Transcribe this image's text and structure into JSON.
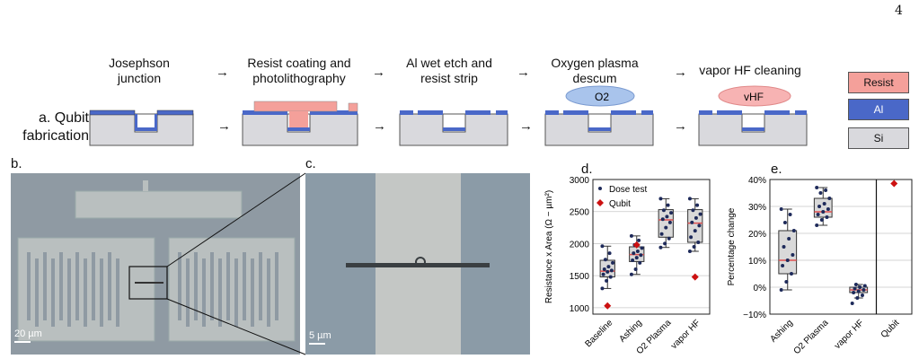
{
  "page_number": "4",
  "fab": {
    "steps": [
      "Josephson\njunction",
      "Resist coating and\nphotolithography",
      "Al wet etch and\nresist strip",
      "Oxygen plasma\ndescum",
      "vapor HF cleaning"
    ],
    "row_label": "a. Qubit\nfabrication",
    "o2_label": "O2",
    "vhf_label": "vHF",
    "legend": [
      {
        "label": "Resist",
        "color": "#f4a09a"
      },
      {
        "label": "Al",
        "color": "#4a68c8"
      },
      {
        "label": "Si",
        "color": "#d9d9dd"
      }
    ],
    "arrow": "→"
  },
  "panels": {
    "b": "b.",
    "c": "c.",
    "d": "d.",
    "e": "e.",
    "scale_b": "20 µm",
    "scale_c": "5 µm"
  },
  "colors": {
    "dots": "#1e2a5a",
    "median": "#e05050",
    "box_fill": "#d9d9d9",
    "qubit": "#cc1111",
    "resist": "#f4a09a",
    "al": "#4a68c8",
    "si": "#d9d9dd",
    "o2_fill": "#a9c4ec",
    "vhf_fill": "#f7b3b3"
  },
  "chart_data": [
    {
      "type": "box",
      "panel": "d.",
      "ylabel": "Resistance x Area (Ω − µm²)",
      "ylim": [
        900,
        3000
      ],
      "yticks": [
        1000,
        1500,
        2000,
        2500,
        3000
      ],
      "categories": [
        "Baseline",
        "Ashing",
        "O2 Plasma",
        "vapor HF"
      ],
      "grid": "horizontal",
      "legend": {
        "position": "top-left",
        "entries": [
          "Dose test",
          "Qubit"
        ]
      },
      "boxes": [
        {
          "q1": 1480,
          "median": 1570,
          "q3": 1740,
          "wmin": 1300,
          "wmax": 1960
        },
        {
          "q1": 1720,
          "median": 1830,
          "q3": 1950,
          "wmin": 1520,
          "wmax": 2120
        },
        {
          "q1": 2100,
          "median": 2370,
          "q3": 2530,
          "wmin": 1940,
          "wmax": 2700
        },
        {
          "q1": 2020,
          "median": 2320,
          "q3": 2530,
          "wmin": 1880,
          "wmax": 2700
        }
      ],
      "dose_test": [
        [
          1300,
          1420,
          1480,
          1520,
          1560,
          1580,
          1600,
          1640,
          1700,
          1750,
          1850,
          1960
        ],
        [
          1520,
          1600,
          1700,
          1740,
          1780,
          1820,
          1850,
          1880,
          1930,
          1980,
          2050,
          2120
        ],
        [
          1940,
          2000,
          2080,
          2150,
          2250,
          2330,
          2380,
          2420,
          2480,
          2520,
          2600,
          2700
        ],
        [
          1880,
          1950,
          2020,
          2100,
          2200,
          2280,
          2330,
          2400,
          2460,
          2520,
          2600,
          2700
        ]
      ],
      "qubit": [
        1030,
        1980,
        null,
        1480
      ]
    },
    {
      "type": "box",
      "panel": "e.",
      "ylabel": "Percentage change",
      "ylim": [
        -10,
        40
      ],
      "yticks": [
        -10,
        0,
        10,
        20,
        30,
        40
      ],
      "ytick_labels": [
        "−10%",
        "0%",
        "10%",
        "20%",
        "30%",
        "40%"
      ],
      "categories": [
        "Ashing",
        "O2 Plasma",
        "vapor HF",
        "Qubit"
      ],
      "grid": "horizontal",
      "boxes": [
        {
          "q1": 5,
          "median": 10,
          "q3": 21,
          "wmin": -1,
          "wmax": 29
        },
        {
          "q1": 26,
          "median": 28,
          "q3": 33,
          "wmin": 23,
          "wmax": 37
        },
        {
          "q1": -2,
          "median": -1,
          "q3": 0,
          "wmin": -4,
          "wmax": 1
        }
      ],
      "dose_test": [
        [
          -1,
          2,
          5,
          8,
          10,
          12,
          15,
          18,
          21,
          24,
          27,
          29
        ],
        [
          23,
          25,
          26,
          27,
          28,
          29,
          30,
          31,
          33,
          35,
          36,
          37
        ],
        [
          -6,
          -4,
          -3,
          -2,
          -1.5,
          -1,
          -0.5,
          0,
          0.5,
          1
        ]
      ],
      "qubit": [
        null,
        null,
        null,
        38.5
      ]
    }
  ]
}
